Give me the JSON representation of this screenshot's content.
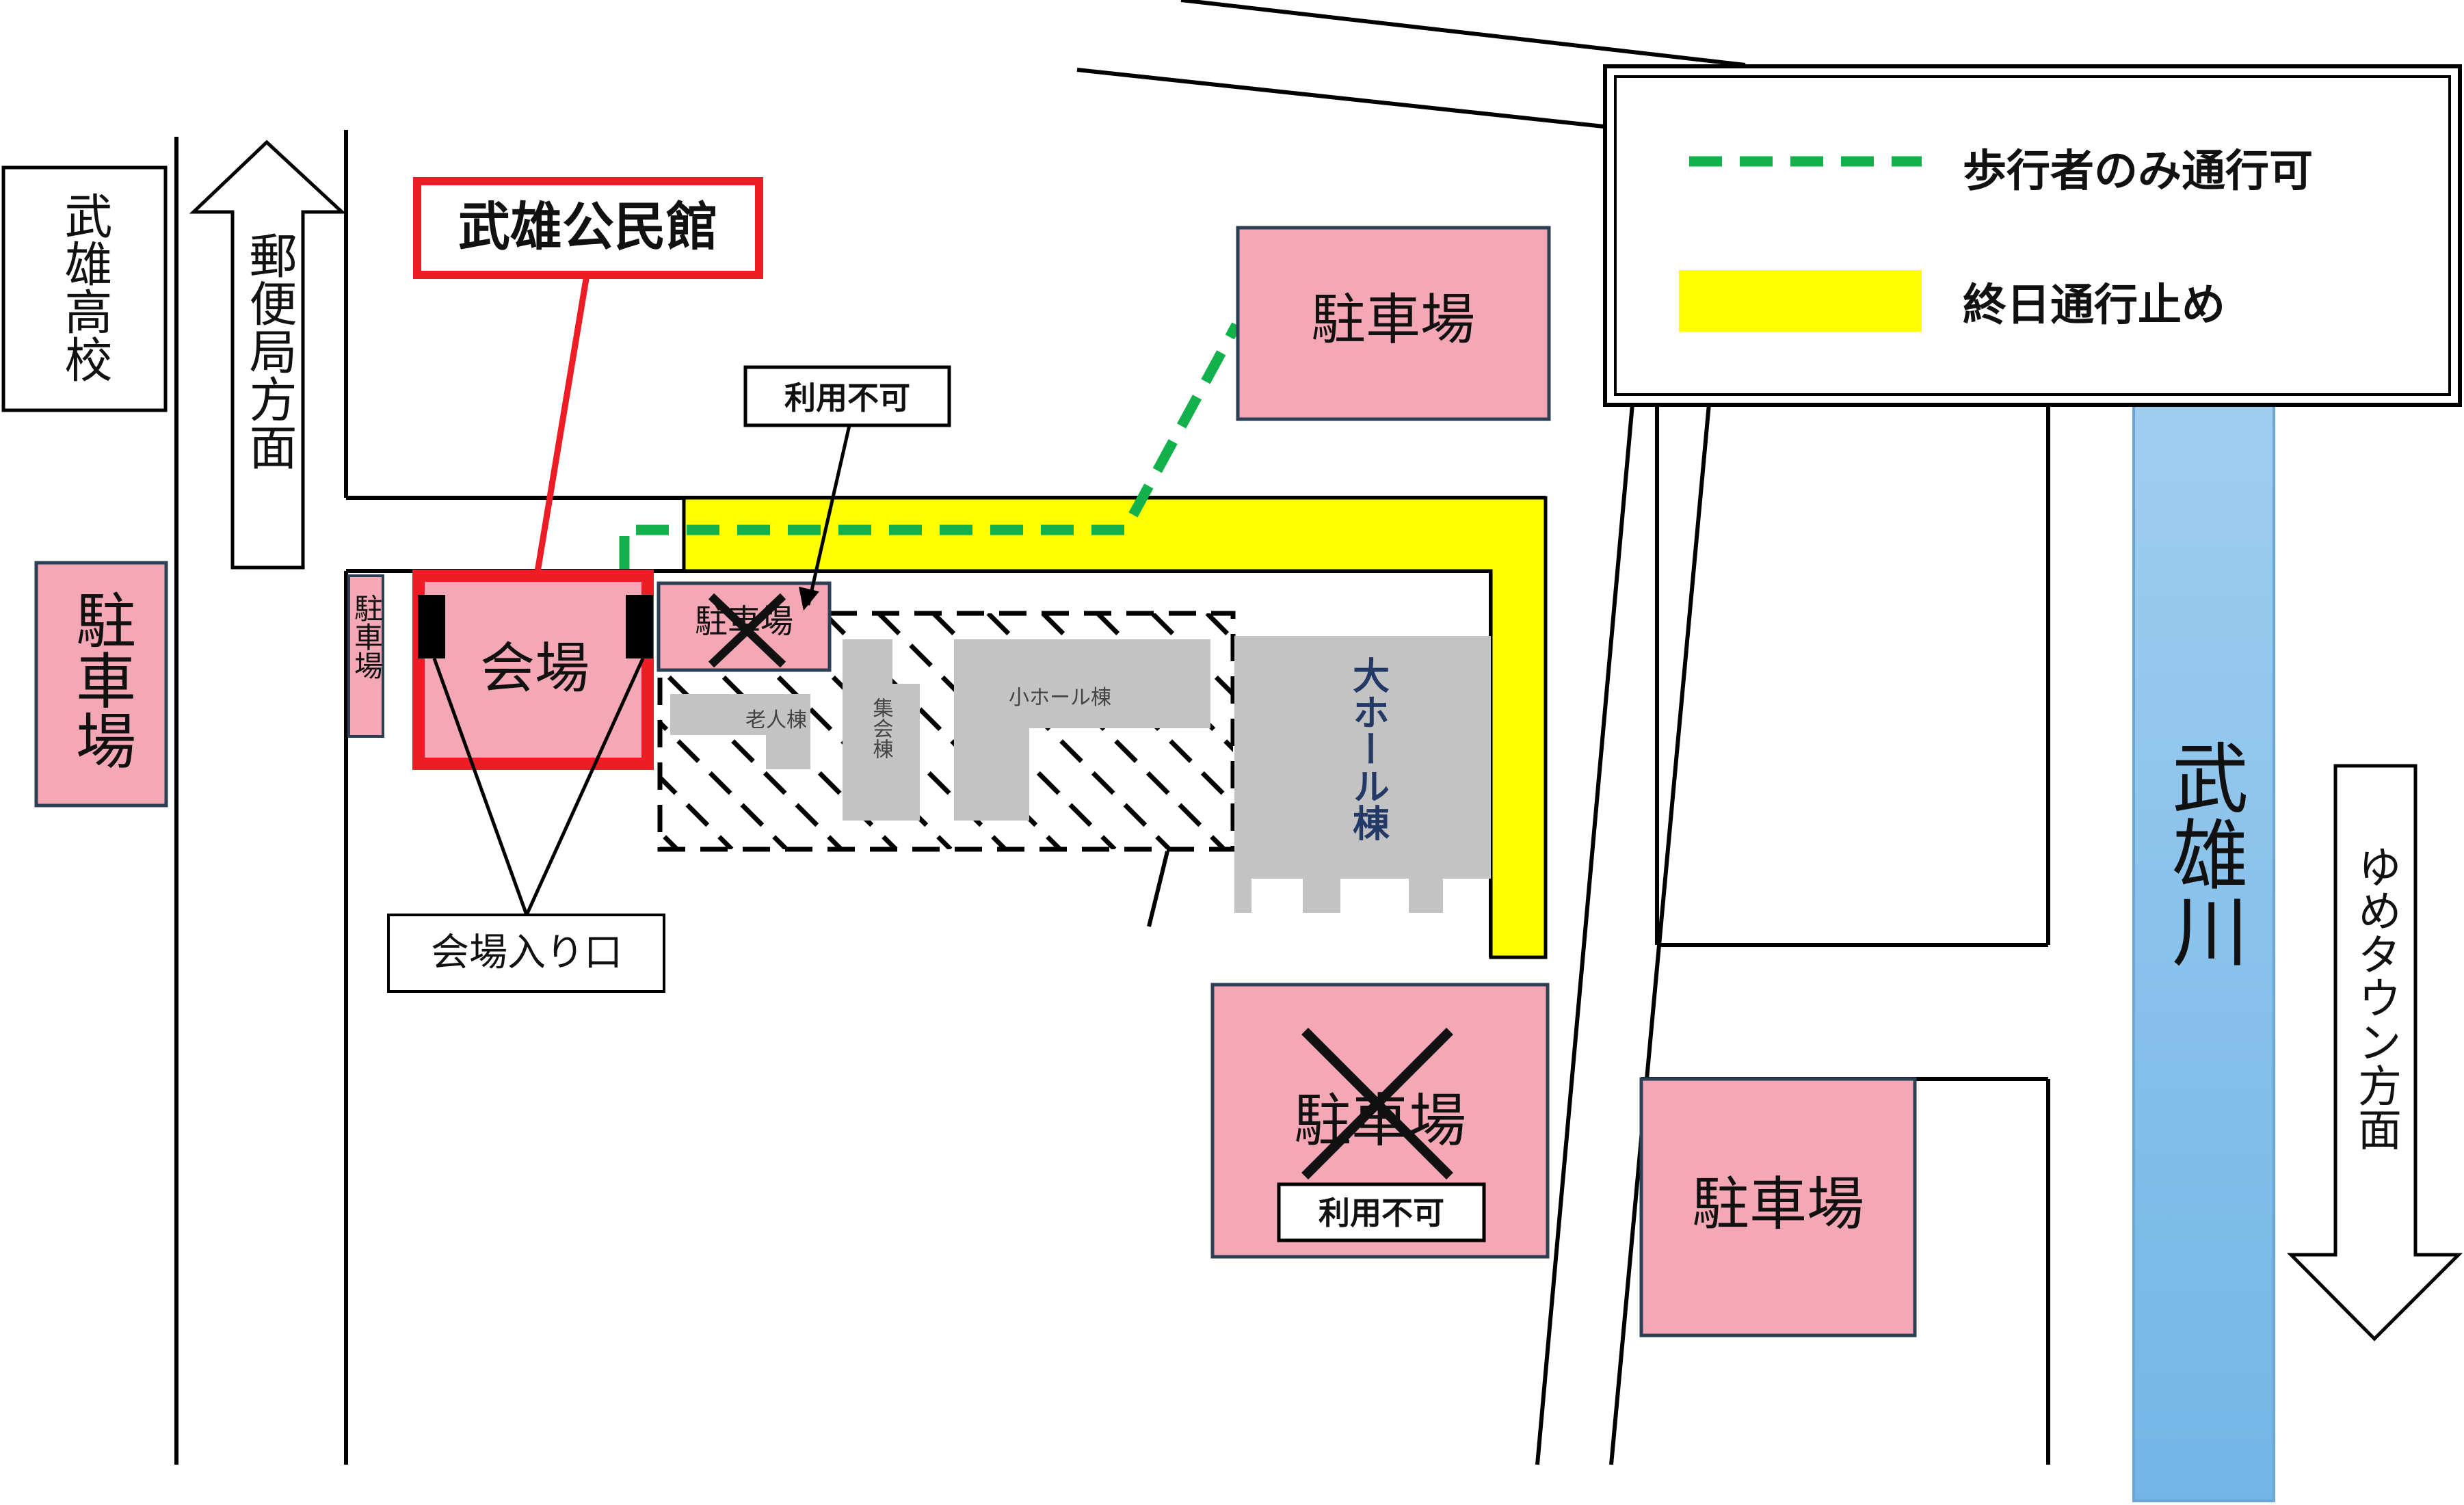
{
  "map": {
    "colors": {
      "parking_fill": "#f4a7b4",
      "parking_stroke": "#2b3f55",
      "venue_outline": "#ee1c25",
      "pedestrian_path": "#13b14c",
      "closed_road": "#ffff00",
      "river_top": "#9fcdf0",
      "river_bottom": "#73b6e6",
      "building_gray": "#c3c3c3",
      "hall_label": "#243a66"
    },
    "legend": {
      "pedestrian_only": "歩行者のみ通行可",
      "closed_all_day": "終日通行止め"
    },
    "labels": {
      "takeo_high_school": "武雄高校",
      "post_office_direction": "郵便局方面",
      "kominkan": "武雄公民館",
      "venue": "会場",
      "venue_entrance": "会場入り口",
      "unavailable_top": "利用不可",
      "unavailable_bottom": "利用不可",
      "parking": "駐車場",
      "parking_small": "駐車場",
      "big_hall": "大ホール棟",
      "small_hall": "小ホール棟",
      "meeting_building": "集会棟",
      "ojin_building": "老人棟",
      "river": "武雄川",
      "youmetown_direction": "ゆめタウン方面"
    }
  }
}
